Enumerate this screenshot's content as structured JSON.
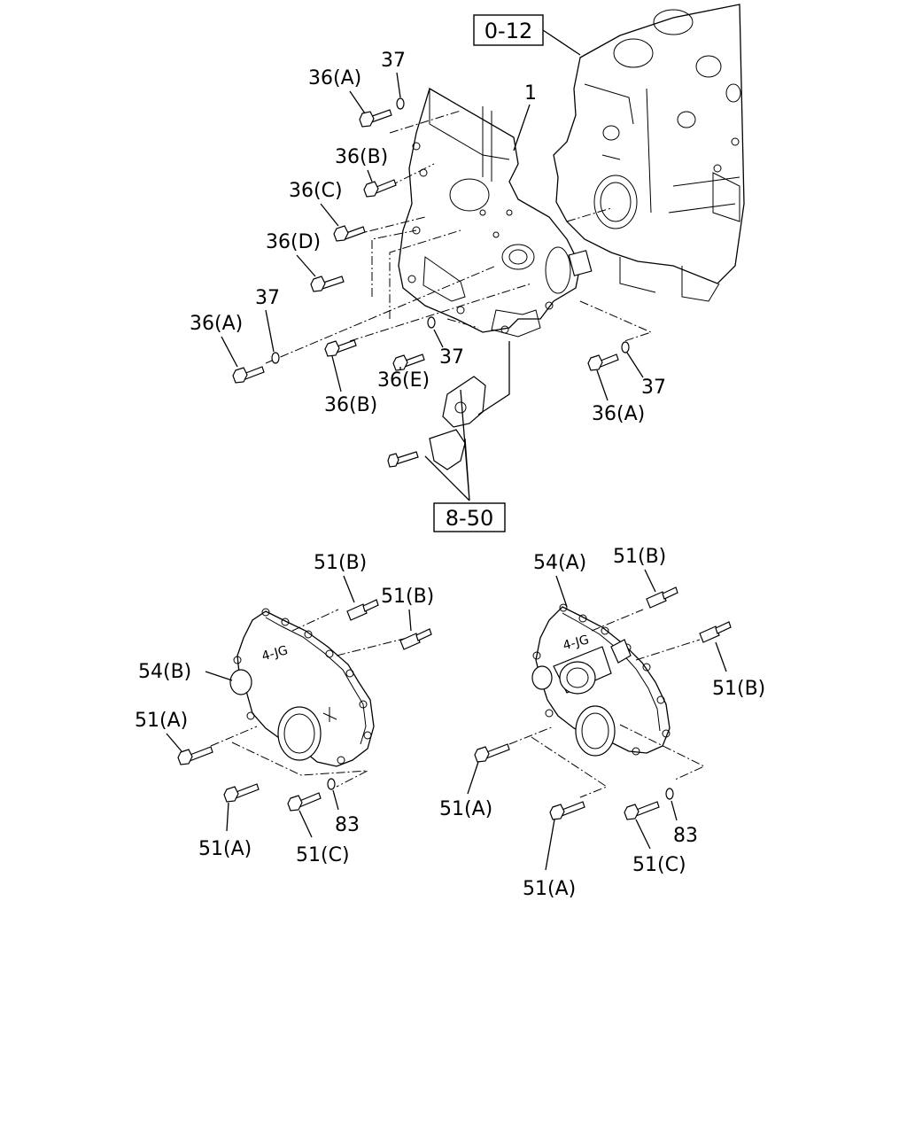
{
  "references": {
    "top": "0-12",
    "mid": "8-50"
  },
  "labels": {
    "p1": "1",
    "p37_a": "37",
    "p36a_top": "36(A)",
    "p36b_top": "36(B)",
    "p36c": "36(C)",
    "p36d": "36(D)",
    "p37_b": "37",
    "p36a_left": "36(A)",
    "p37_c": "37",
    "p36e": "36(E)",
    "p36b_low": "36(B)",
    "p37_d": "37",
    "p36a_right": "36(A)",
    "L51b_1": "51(B)",
    "L51b_2": "51(B)",
    "L54b": "54(B)",
    "L51a_1": "51(A)",
    "L51a_2": "51(A)",
    "L51c": "51(C)",
    "L83": "83",
    "R54a": "54(A)",
    "R51b_1": "51(B)",
    "R51b_2": "51(B)",
    "R51a_1": "51(A)",
    "R51a_2": "51(A)",
    "R51c": "51(C)",
    "R83": "83"
  }
}
